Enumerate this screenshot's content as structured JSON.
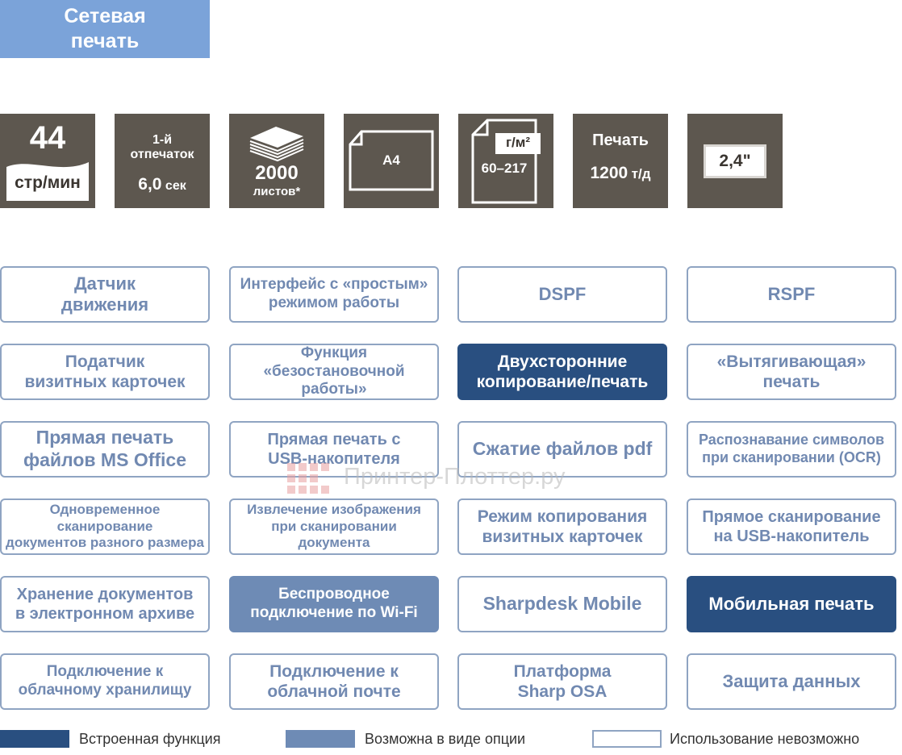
{
  "header": {
    "line1": "Сетевая",
    "line2": "печать"
  },
  "specs": {
    "speed": {
      "value": "44",
      "unit": "стр/мин"
    },
    "first_print": {
      "line1": "1-й",
      "line2": "отпечаток",
      "value": "6,0",
      "unit": "сек"
    },
    "paper_capacity": {
      "value": "2000",
      "unit": "листов*"
    },
    "paper_size": {
      "value": "A4"
    },
    "paper_weight": {
      "unit": "г/м²",
      "range": "60–217"
    },
    "resolution": {
      "line1": "Печать",
      "value": "1200",
      "unit": "т/д"
    },
    "display": {
      "value": "2,4\""
    }
  },
  "features": [
    {
      "line1": "Датчик",
      "line2": "движения"
    },
    {
      "line1": "Интерфейс с «простым»",
      "line2": "режимом работы"
    },
    {
      "line1": "DSPF",
      "line2": ""
    },
    {
      "line1": "RSPF",
      "line2": ""
    },
    {
      "line1": "Податчик",
      "line2": "визитных карточек"
    },
    {
      "line1": "Функция",
      "line2": "«безостановочной работы»"
    },
    {
      "line1": "Двухсторонние",
      "line2": "копирование/печать"
    },
    {
      "line1": "«Вытягивающая»",
      "line2": "печать"
    },
    {
      "line1": "Прямая печать",
      "line2": "файлов MS Office"
    },
    {
      "line1": "Прямая печать с",
      "line2": "USB-накопителя"
    },
    {
      "line1": "Сжатие файлов pdf",
      "line2": ""
    },
    {
      "line1": "Распознавание символов",
      "line2": "при сканировании (OCR)"
    },
    {
      "line1": "Одновременное сканирование",
      "line2": "документов разного размера"
    },
    {
      "line1": "Извлечение изображения",
      "line2": "при сканировании документа"
    },
    {
      "line1": "Режим копирования",
      "line2": "визитных карточек"
    },
    {
      "line1": "Прямое сканирование",
      "line2": "на  USB-накопитель"
    },
    {
      "line1": "Хранение документов",
      "line2": "в электронном архиве"
    },
    {
      "line1": "Беспроводное",
      "line2": "подключение по Wi-Fi"
    },
    {
      "line1": "Sharpdesk Mobile",
      "line2": ""
    },
    {
      "line1": "Мобильная печать",
      "line2": ""
    },
    {
      "line1": "Подключение к",
      "line2": "облачному хранилищу"
    },
    {
      "line1": "Подключение к",
      "line2": "облачной почте"
    },
    {
      "line1": "Платформа",
      "line2": "Sharp OSA"
    },
    {
      "line1": "Защита данных",
      "line2": ""
    }
  ],
  "legend": {
    "builtin": "Встроенная функция",
    "optional": "Возможна в виде опции",
    "unavailable": "Использование невозможно"
  },
  "watermark": "Принтер-Плоттер.ру",
  "colors": {
    "builtin": "#294f80",
    "optional": "#6e8bb5",
    "header": "#7ba3d9",
    "spec_tile": "#5d574f"
  }
}
